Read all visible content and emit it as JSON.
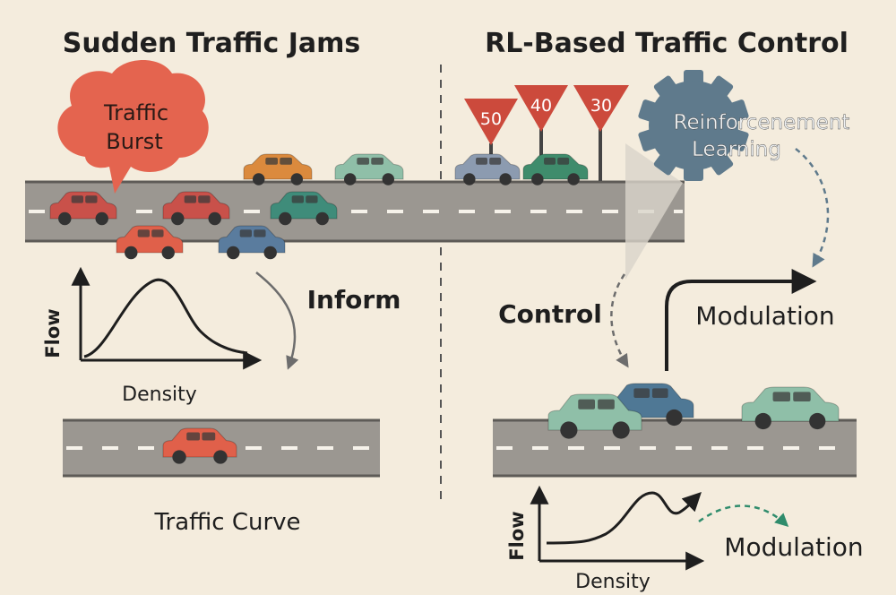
{
  "titles": {
    "left": "Sudden Traffic Jams",
    "right": "RL-Based Traffic Control"
  },
  "bubble": {
    "line1": "Traffic",
    "line2": "Burst"
  },
  "signs": [
    "50",
    "40",
    "30"
  ],
  "gear": {
    "line1": "Reinforcenement",
    "line2": "Learning"
  },
  "labels": {
    "inform": "Inform",
    "control": "Control",
    "modulation_top": "Modulation",
    "modulation_bottom": "Modulation",
    "traffic_curve": "Traffic Curve"
  },
  "left_plot": {
    "ylabel": "Flow",
    "xlabel": "Density"
  },
  "right_plot": {
    "ylabel": "Flow",
    "xlabel": "Density"
  },
  "colors": {
    "background": "#f4ecdd",
    "road": "#9b9791",
    "bubble": "#e4644f",
    "sign": "#cc4a3c",
    "gear": "#5f7a8c",
    "teal_arrow": "#2f8c6c"
  }
}
